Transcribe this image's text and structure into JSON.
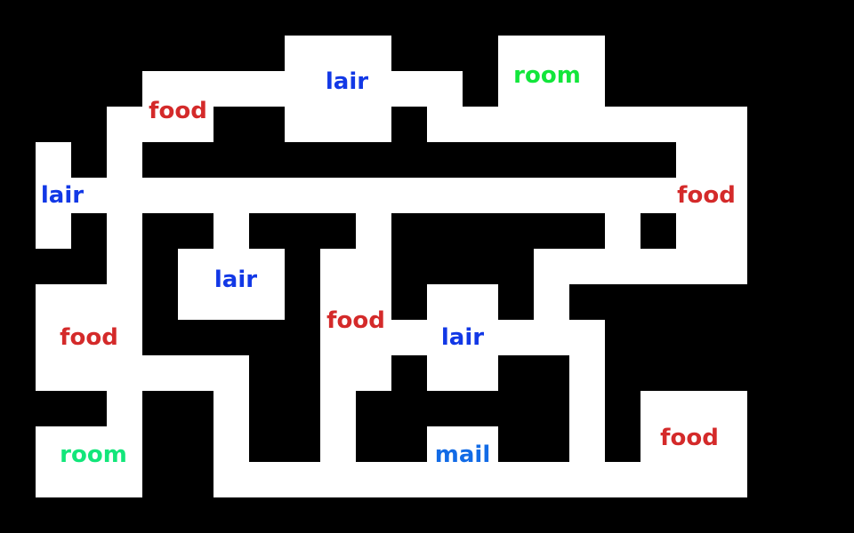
{
  "colors": {
    "wall": "#000000",
    "floor": "#ffffff",
    "food": "#d42a2a",
    "lair": "#1238e6",
    "room": "#12e63b",
    "room_alt": "#12e67a",
    "mail": "#126be6"
  },
  "labels": [
    {
      "id": "lair-top",
      "text": "lair",
      "kind": "lair"
    },
    {
      "id": "room-top",
      "text": "room",
      "kind": "room"
    },
    {
      "id": "food-top",
      "text": "food",
      "kind": "food"
    },
    {
      "id": "lair-left",
      "text": "lair",
      "kind": "lair"
    },
    {
      "id": "food-right",
      "text": "food",
      "kind": "food"
    },
    {
      "id": "lair-mid",
      "text": "lair",
      "kind": "lair"
    },
    {
      "id": "food-center",
      "text": "food",
      "kind": "food"
    },
    {
      "id": "lair-center",
      "text": "lair",
      "kind": "lair"
    },
    {
      "id": "food-left",
      "text": "food",
      "kind": "food"
    },
    {
      "id": "food-bottom-right",
      "text": "food",
      "kind": "food"
    },
    {
      "id": "room-bottom-left",
      "text": "room",
      "kind": "room_alt"
    },
    {
      "id": "mail-bottom",
      "text": "mail",
      "kind": "mail"
    }
  ]
}
